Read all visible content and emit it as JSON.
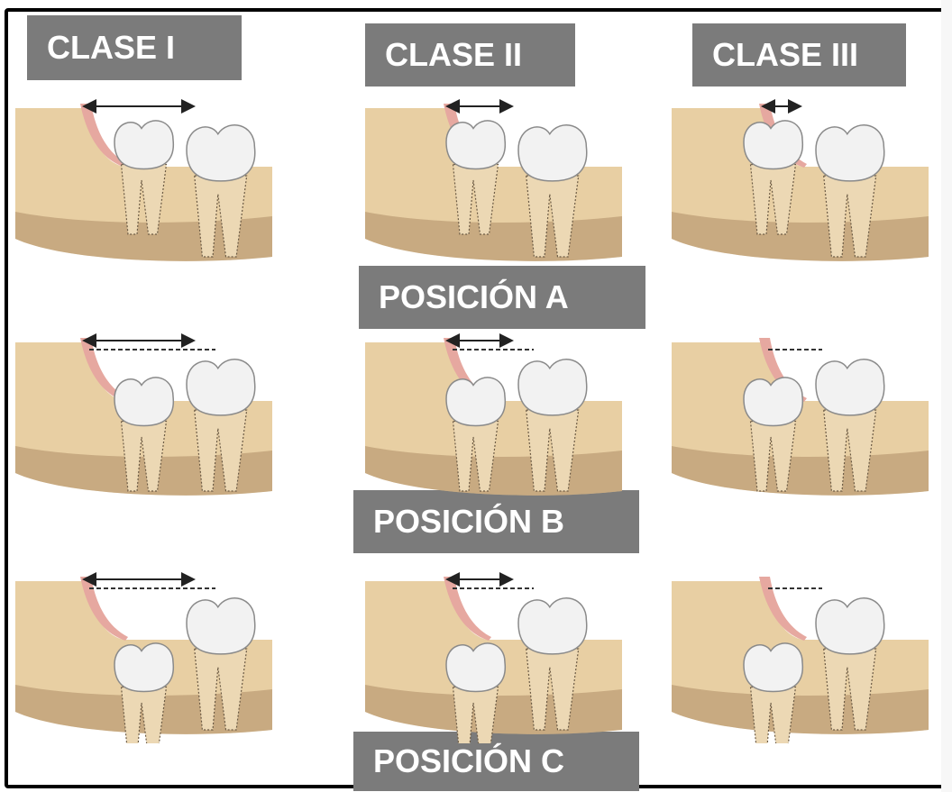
{
  "labels": {
    "clase_1": "CLASE I",
    "clase_2": "CLASE II",
    "clase_3": "CLASE III",
    "posicion_a": "POSICIÓN A",
    "posicion_b": "POSICIÓN B",
    "posicion_c": "POSICIÓN C"
  },
  "colors": {
    "label_bg": "#7b7b7b",
    "label_text": "#ffffff",
    "bone": "#e8cfa3",
    "bone_dark": "#a88560",
    "gum": "#e6a8a0",
    "enamel": "#f2f2f2",
    "root": "#ecd8b4"
  },
  "grid": {
    "columns": [
      "clase-1",
      "clase-2",
      "clase-3"
    ],
    "rows": [
      "posicion-a",
      "posicion-b",
      "posicion-c"
    ]
  }
}
